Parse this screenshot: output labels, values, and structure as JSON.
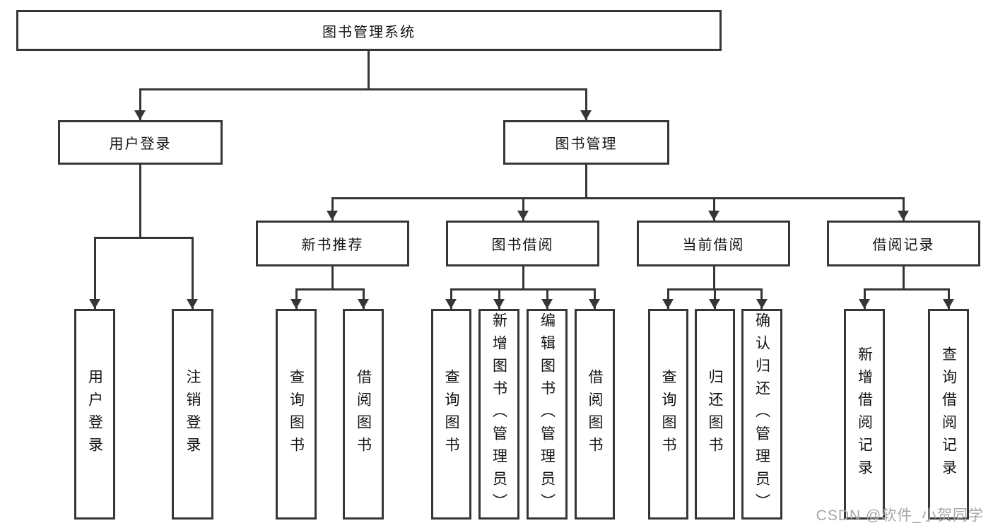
{
  "diagram_type": "tree",
  "colors": {
    "line": "#363636",
    "text": "#141414",
    "box_background": "#ffffff",
    "watermark": "#a6a6a6"
  },
  "tree": {
    "root": {
      "label": "图书管理系统",
      "children": [
        {
          "label": "用户登录",
          "children": [
            {
              "label": "用户登录"
            },
            {
              "label": "注销登录"
            }
          ]
        },
        {
          "label": "图书管理",
          "children": [
            {
              "label": "新书推荐",
              "children": [
                {
                  "label": "查询图书"
                },
                {
                  "label": "借阅图书"
                }
              ]
            },
            {
              "label": "图书借阅",
              "children": [
                {
                  "label": "查询图书"
                },
                {
                  "label": "新增图书（管理员）"
                },
                {
                  "label": "编辑图书（管理员）"
                },
                {
                  "label": "借阅图书"
                }
              ]
            },
            {
              "label": "当前借阅",
              "children": [
                {
                  "label": "查询图书"
                },
                {
                  "label": "归还图书"
                },
                {
                  "label": "确认归还（管理员）"
                }
              ]
            },
            {
              "label": "借阅记录",
              "children": [
                {
                  "label": "新增借阅记录"
                },
                {
                  "label": "查询借阅记录"
                }
              ]
            }
          ]
        }
      ]
    }
  },
  "watermark": {
    "text": "CSDN @软件_小贺同学"
  }
}
